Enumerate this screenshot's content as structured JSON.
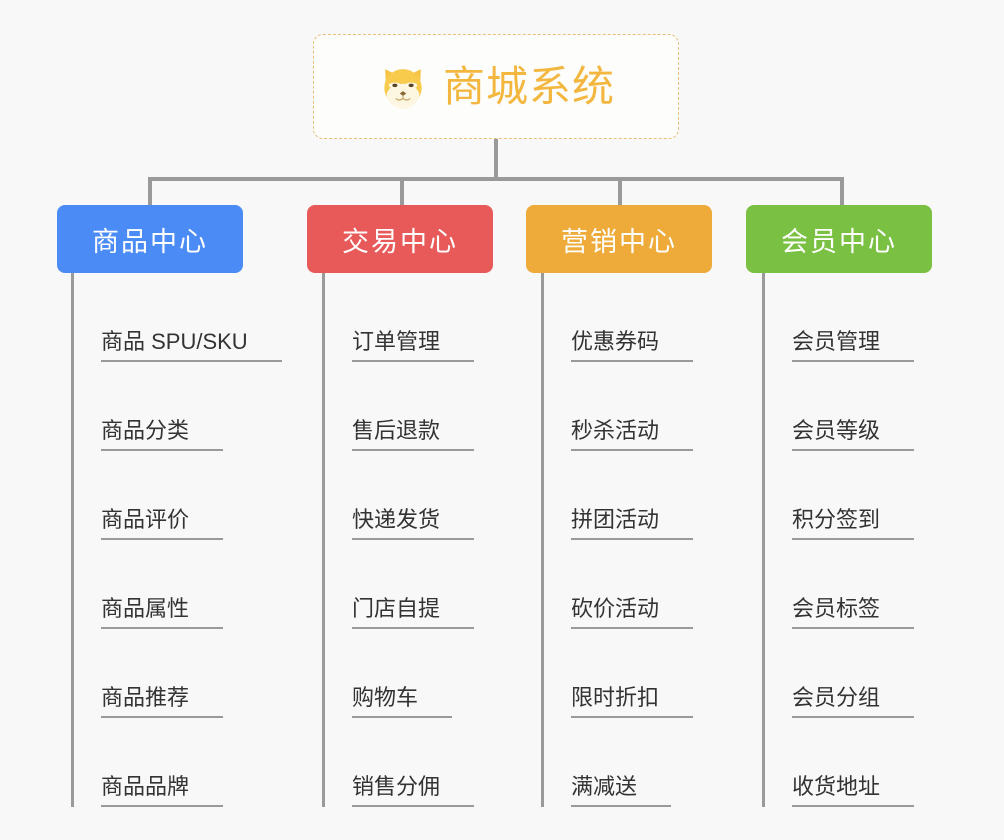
{
  "page": {
    "background_color": "#f8f8f8",
    "type": "organization-tree-diagram"
  },
  "root": {
    "title": "商城系统",
    "icon": "shiba-dog-face-icon",
    "text_color": "#f3b740",
    "border_color": "#e8bf7a",
    "background_color": "#fdfdfb"
  },
  "connector_color": "#9a9a9a",
  "categories": [
    {
      "label": "商品中心",
      "color": "#4a8bf5",
      "items": [
        "商品 SPU/SKU",
        "商品分类",
        "商品评价",
        "商品属性",
        "商品推荐",
        "商品品牌"
      ]
    },
    {
      "label": "交易中心",
      "color": "#e85a5a",
      "items": [
        "订单管理",
        "售后退款",
        "快递发货",
        "门店自提",
        "购物车",
        "销售分佣"
      ]
    },
    {
      "label": "营销中心",
      "color": "#eeab3a",
      "items": [
        "优惠券码",
        "秒杀活动",
        "拼团活动",
        "砍价活动",
        "限时折扣",
        "满减送"
      ]
    },
    {
      "label": "会员中心",
      "color": "#7ac143",
      "items": [
        "会员管理",
        "会员等级",
        "积分签到",
        "会员标签",
        "会员分组",
        "收货地址"
      ]
    }
  ]
}
